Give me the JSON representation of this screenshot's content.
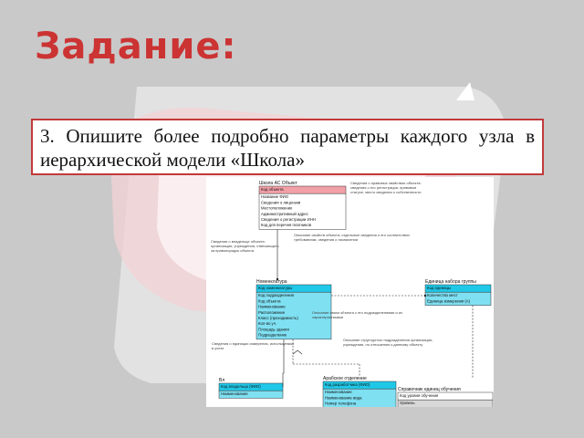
{
  "slide": {
    "title": "Задание:",
    "task": "3. Опишите более подробно параметры каждого узла в иерархической модели «Школа»"
  },
  "diagram": {
    "entities": [
      {
        "id": "school",
        "title": "Школа АС Объект",
        "key": [
          "Код объекта"
        ],
        "attrs": [
          "Название ФИО",
          "Сведения о лицензии",
          "Местоположение",
          "Административный адрес",
          "Сведения о регистрации ИНН",
          "Код для перечня платников"
        ]
      },
      {
        "id": "nomenclature",
        "title": "Номенклатура",
        "key": [
          "Код номенклатуры"
        ],
        "attrs": [
          "Код подразделения",
          "Код объекта",
          "Наименование",
          "Расположение",
          "Класс (проходимость)",
          "Кол-во уч.",
          "Площадь здания",
          "Подразделение"
        ]
      },
      {
        "id": "unitsub",
        "title": "Единица набора группы",
        "key": [
          "Код единицы"
        ],
        "attrs": [
          "Количество мест",
          "Единица измерения (А)"
        ]
      },
      {
        "id": "owner",
        "title": "Вл",
        "key": [
          "Код владельца (ФИО)"
        ],
        "attrs": [
          "Наименование"
        ]
      },
      {
        "id": "workshop",
        "title": "Арабское отделение",
        "key": [
          "Код разработчика (ФИО)"
        ],
        "attrs": [
          "Наименование",
          "Наименование вида",
          "Номер телефона"
        ]
      },
      {
        "id": "reference",
        "title": "Справочник единиц обучения",
        "key": [
          "Код уровня обучения"
        ],
        "attrs": [
          "Уровень"
        ]
      }
    ],
    "notes": [
      "Сведения о правовых свойствах объекта: сведения о его регистрации, правовом статусе, место сведения о собственности",
      "Сведения о владельце объекта: организации, учреждения, отвечающего за правопорядок объекта",
      "Описание свойств объекта, отдельные сведения о его соответствии требованиям, сведения о назначении",
      "Описание связи объекта с его подразделениями и их характеристиками",
      "Сведения о единицах измерения, используемых в учете",
      "Описание структурного подразделения организации, учреждения, по отношению к данному объекту"
    ]
  },
  "colors": {
    "title": "#cc3333",
    "border": "#c23a3a",
    "entity_key_fill": "#20c8e8",
    "entity_key_fill_pink": "#f2a0a8",
    "entity_attr_fill": "#7fe0f2"
  }
}
